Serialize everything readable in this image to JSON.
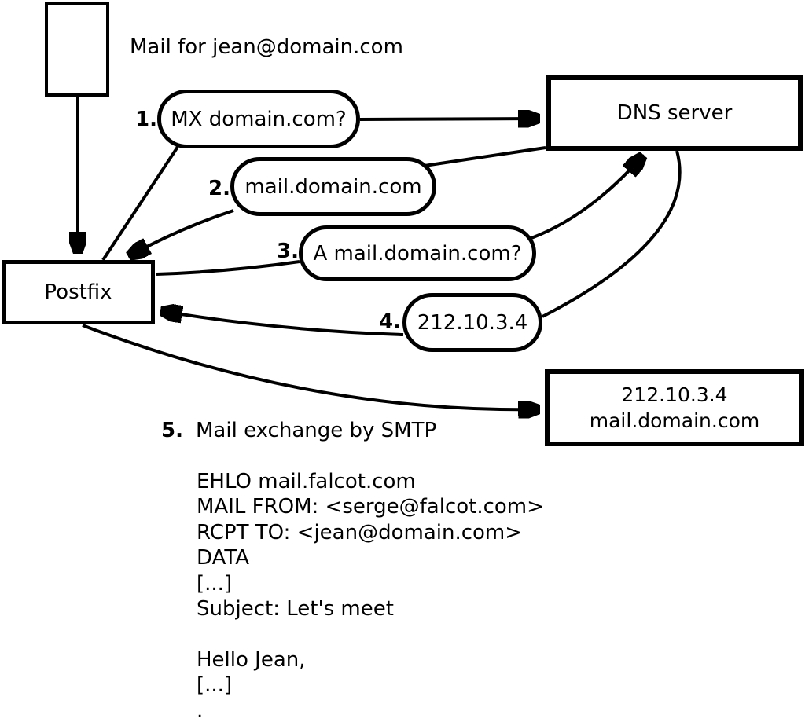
{
  "diagram": {
    "title": "Mail for jean@domain.com",
    "colors": {
      "stroke": "#000000",
      "background": "#ffffff"
    },
    "nodes": {
      "postfix": {
        "label": "Postfix"
      },
      "dns": {
        "label": "DNS server"
      },
      "mail_server": {
        "line1": "212.10.3.4",
        "line2": "mail.domain.com"
      }
    },
    "steps": [
      {
        "num": "1.",
        "label": "MX domain.com?"
      },
      {
        "num": "2.",
        "label": "mail.domain.com"
      },
      {
        "num": "3.",
        "label": "A mail.domain.com?"
      },
      {
        "num": "4.",
        "label": "212.10.3.4"
      },
      {
        "num": "5.",
        "label": "Mail exchange by SMTP"
      }
    ],
    "smtp_session": {
      "lines": [
        "EHLO mail.falcot.com",
        "MAIL FROM: <serge@falcot.com>",
        "RCPT TO: <jean@domain.com>",
        "DATA",
        "[...]",
        "Subject: Let's meet",
        "",
        "Hello Jean,",
        "[...]",
        "."
      ]
    }
  }
}
